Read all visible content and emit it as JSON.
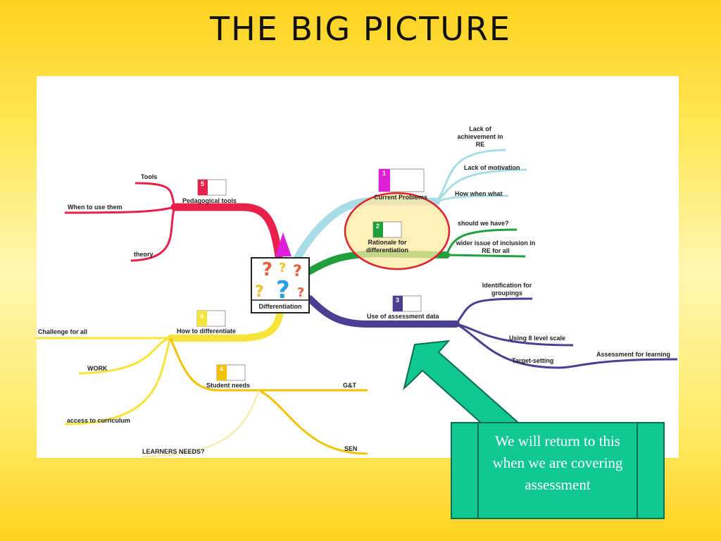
{
  "title": "THE BIG PICTURE",
  "center": {
    "label": "Differentiation"
  },
  "branches": [
    {
      "num": "1",
      "label": "Current Problems",
      "color": "#a8dde8",
      "children": [
        "Lack of achievement in RE",
        "Lack of motivation",
        "How when what"
      ]
    },
    {
      "num": "2",
      "label": "Rationale for differentiation",
      "color": "#1fa03c",
      "children": [
        "should we have?",
        "wider issue of inclusion in RE for all"
      ]
    },
    {
      "num": "3",
      "label": "Use of assessment data",
      "color": "#4b3f94",
      "children": [
        "Identification for groupings",
        "Using 8 level scale",
        "Target-setting",
        "Assessment for learning"
      ]
    },
    {
      "num": "4",
      "label": "How to differentiate",
      "color": "#f7e43a",
      "children": [
        "Challenge for all",
        "WORK",
        "access to curriculum",
        "LEARNERS NEEDS?"
      ]
    },
    {
      "num": "4",
      "label": "Student needs",
      "color": "#f2c200",
      "children": [
        "G&T",
        "SEN"
      ]
    },
    {
      "num": "5",
      "label": "Pedagogical tools",
      "color": "#e8204a",
      "children": [
        "Tools",
        "When to use them",
        "theory"
      ]
    }
  ],
  "note": {
    "text": "We will return to this when we are covering assessment",
    "color": "#12c892"
  }
}
